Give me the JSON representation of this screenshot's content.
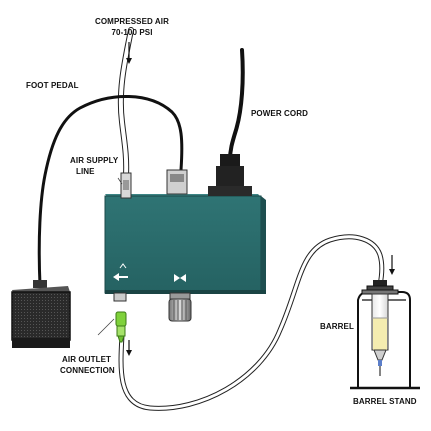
{
  "labels": {
    "compressed_air_line1": "COMPRESSED AIR",
    "compressed_air_line2": "70-100 PSI",
    "foot_pedal": "FOOT PEDAL",
    "power_cord": "POWER CORD",
    "air_supply_line1": "AIR SUPPLY",
    "air_supply_line2": "LINE",
    "barrel": "BARREL",
    "air_outlet_line1": "AIR OUTLET",
    "air_outlet_line2": "CONNECTION",
    "barrel_stand": "BARREL STAND"
  },
  "colors": {
    "unit_body": "#2b6b6b",
    "unit_dark": "#1e4f50",
    "cable": "#111111",
    "tubing": "#ffffff",
    "outlet_fitting": "#7fd13b",
    "fluid": "#f4ecb0",
    "pedal": "#2a2a2a"
  },
  "icons": [
    "down-arrow-icon",
    "air-outlet-symbol-icon",
    "pressure-symbol-icon"
  ]
}
